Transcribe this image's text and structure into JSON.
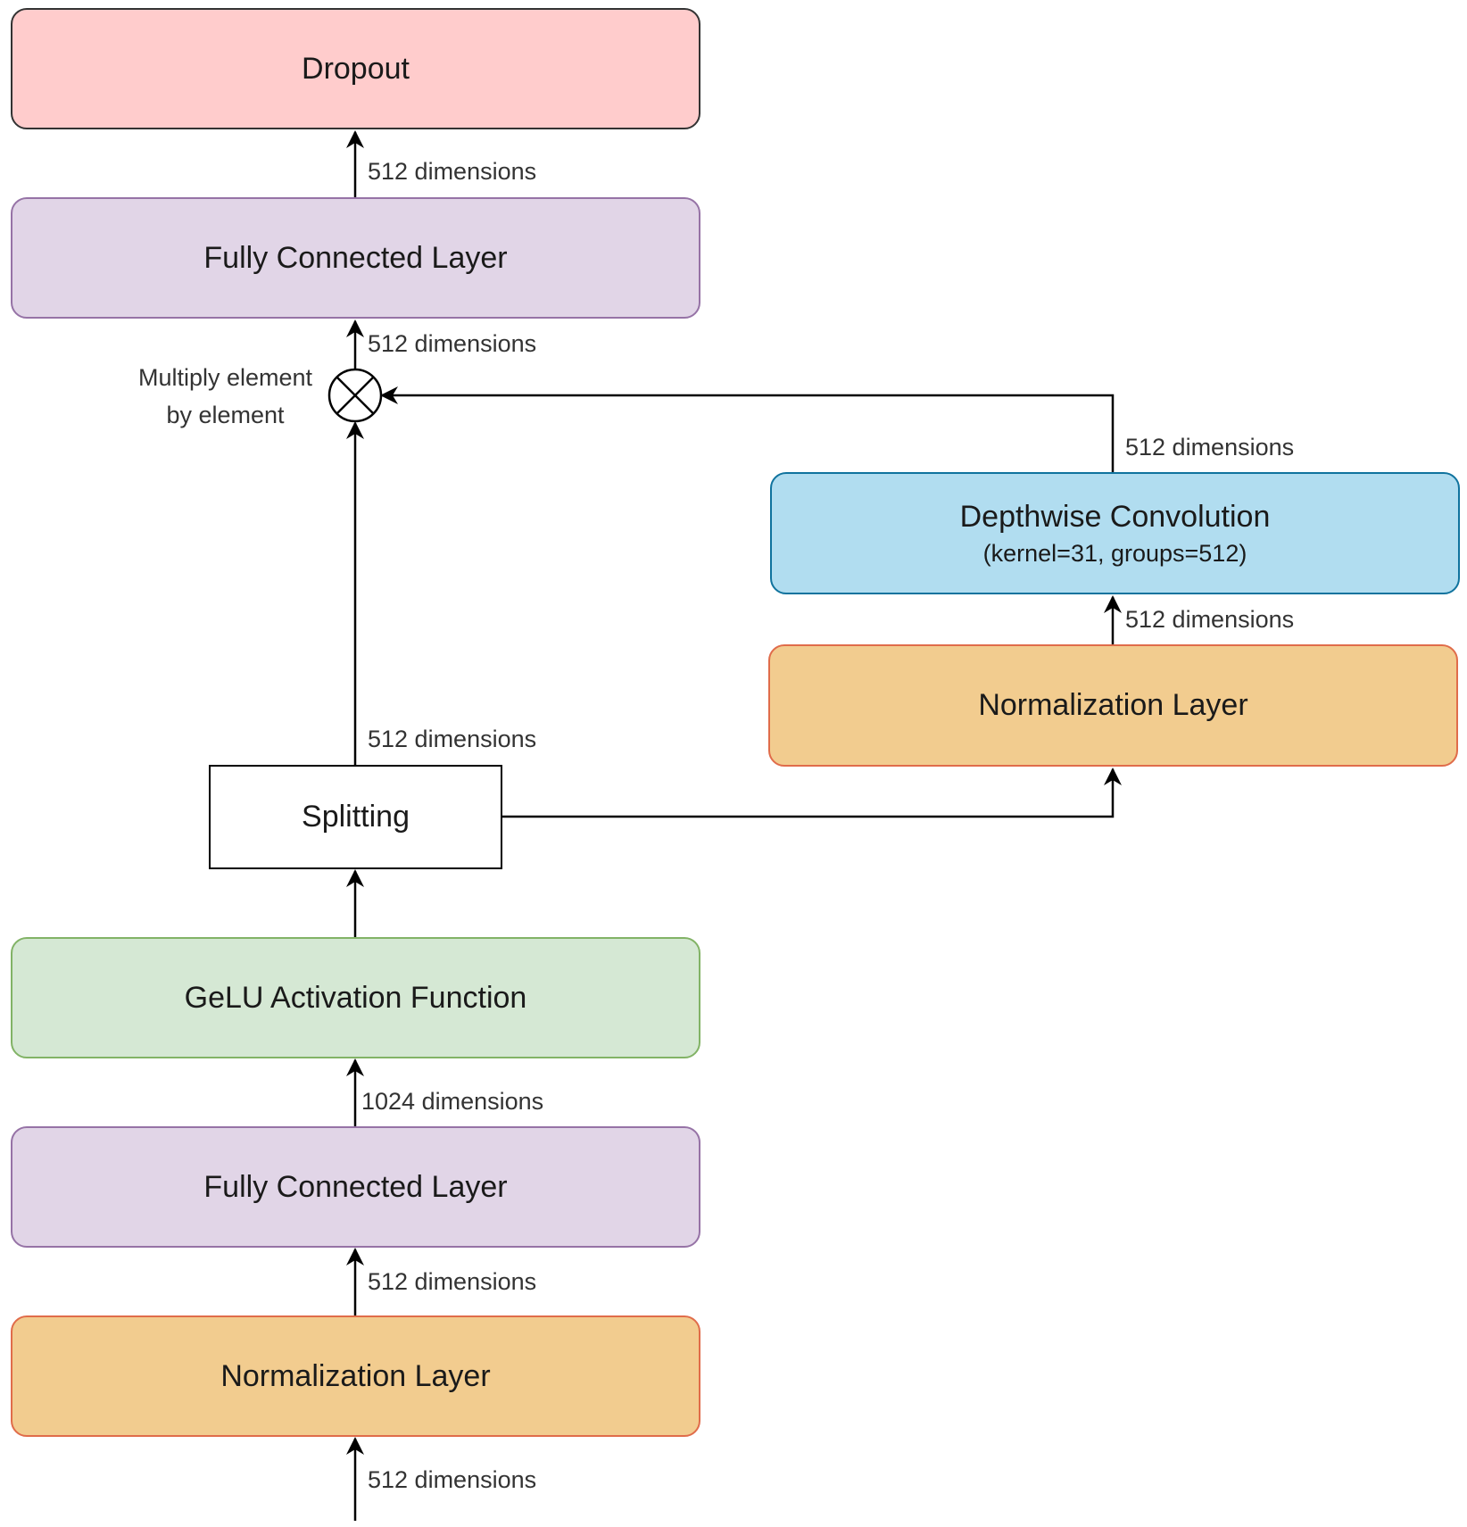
{
  "colors": {
    "dropout_fill": "#ffcccc",
    "dropout_border": "#333333",
    "fc_fill": "#e1d5e7",
    "fc_border": "#9673a6",
    "norm_fill": "#f2cc8f",
    "norm_border": "#e06c4a",
    "gelu_fill": "#d5e8d4",
    "gelu_border": "#82b366",
    "conv_fill": "#b1ddf0",
    "conv_border": "#10739e",
    "split_fill": "#ffffff",
    "split_border": "#000000",
    "edge": "#000000"
  },
  "nodes": {
    "dropout": {
      "label": "Dropout"
    },
    "fc_top": {
      "label": "Fully Connected Layer"
    },
    "multiply": {
      "label_line1": "Multiply element",
      "label_line2": "by element",
      "icon": "multiply-circle-icon"
    },
    "conv": {
      "label": "Depthwise Convolution",
      "sublabel": "(kernel=31, groups=512)"
    },
    "norm_right": {
      "label": "Normalization Layer"
    },
    "splitting": {
      "label": "Splitting"
    },
    "gelu": {
      "label": "GeLU Activation Function"
    },
    "fc_bottom": {
      "label": "Fully Connected Layer"
    },
    "norm_bottom": {
      "label": "Normalization Layer"
    }
  },
  "edges": [
    {
      "from": "input",
      "to": "norm_bottom",
      "label": "512 dimensions"
    },
    {
      "from": "norm_bottom",
      "to": "fc_bottom",
      "label": "512 dimensions"
    },
    {
      "from": "fc_bottom",
      "to": "gelu",
      "label": "1024 dimensions"
    },
    {
      "from": "gelu",
      "to": "splitting",
      "label": ""
    },
    {
      "from": "splitting",
      "to": "multiply",
      "label": "512 dimensions"
    },
    {
      "from": "splitting",
      "to": "norm_right",
      "label": ""
    },
    {
      "from": "norm_right",
      "to": "conv",
      "label": "512 dimensions"
    },
    {
      "from": "conv",
      "to": "multiply",
      "label": "512 dimensions"
    },
    {
      "from": "multiply",
      "to": "fc_top",
      "label": "512 dimensions"
    },
    {
      "from": "fc_top",
      "to": "dropout",
      "label": "512 dimensions"
    }
  ]
}
